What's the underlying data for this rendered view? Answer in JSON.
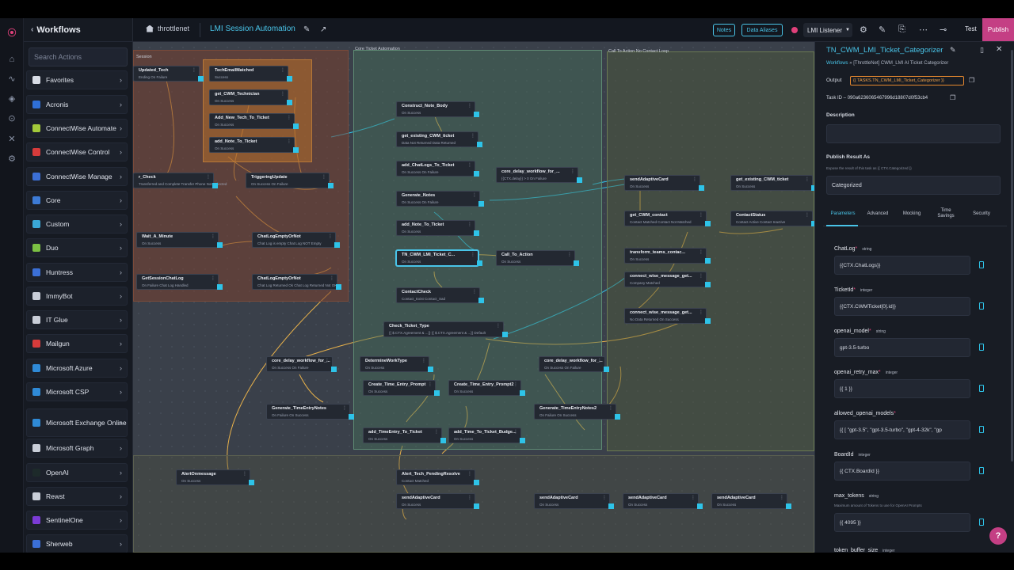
{
  "colors": {
    "accent": "#49c4e8",
    "brand": "#c43f84",
    "port": "#2ec3e8",
    "output": "#f0a24a"
  },
  "sidebar": {
    "back_label": "Workflows",
    "search_placeholder": "Search Actions",
    "items": [
      {
        "label": "Favorites",
        "icon": "star-icon",
        "color": "#d8dce6"
      },
      {
        "label": "Acronis",
        "icon": "acronis-icon",
        "color": "#2f6fd6"
      },
      {
        "label": "ConnectWise Automate",
        "icon": "connectwise-automate-icon",
        "color": "#a3c93a"
      },
      {
        "label": "ConnectWise Control",
        "icon": "connectwise-control-icon",
        "color": "#d63b3b"
      },
      {
        "label": "ConnectWise Manage",
        "icon": "connectwise-manage-icon",
        "color": "#3b6fd6"
      },
      {
        "label": "Core",
        "icon": "core-icon",
        "color": "#3d7bd6"
      },
      {
        "label": "Custom",
        "icon": "custom-icon",
        "color": "#3aa7d6"
      },
      {
        "label": "Duo",
        "icon": "duo-icon",
        "color": "#7bc043"
      },
      {
        "label": "Huntress",
        "icon": "huntress-icon",
        "color": "#3b6fd6"
      },
      {
        "label": "ImmyBot",
        "icon": "immybot-icon",
        "color": "#c9ced8"
      },
      {
        "label": "IT Glue",
        "icon": "itglue-icon",
        "color": "#c9ced8"
      },
      {
        "label": "Mailgun",
        "icon": "mailgun-icon",
        "color": "#d63b3b"
      },
      {
        "label": "Microsoft Azure",
        "icon": "azure-icon",
        "color": "#2f8ad6"
      },
      {
        "label": "Microsoft CSP",
        "icon": "microsoft-csp-icon",
        "color": "#2f8ad6"
      },
      {
        "label": "Microsoft Exchange Online",
        "icon": "exchange-icon",
        "color": "#2f8ad6"
      },
      {
        "label": "Microsoft Graph",
        "icon": "graph-icon",
        "color": "#c9ced8"
      },
      {
        "label": "OpenAI",
        "icon": "openai-icon",
        "color": "#1d2a2a"
      },
      {
        "label": "Rewst",
        "icon": "rewst-icon",
        "color": "#c9ced8"
      },
      {
        "label": "SentinelOne",
        "icon": "sentinelone-icon",
        "color": "#7b3bd6"
      },
      {
        "label": "Sherweb",
        "icon": "sherweb-icon",
        "color": "#3b6fd6"
      }
    ]
  },
  "header": {
    "org": "throttlenet",
    "workflow_title": "LMI Session Automation",
    "notes_label": "Notes",
    "aliases_label": "Data Aliases",
    "trigger_select": "LMI Listener",
    "test_label": "Test",
    "publish_label": "Publish"
  },
  "canvas": {
    "groups": [
      {
        "label": "Session"
      },
      {
        "label": "Core Ticket Automation"
      },
      {
        "label": "Call To Action No Contact Loop"
      }
    ],
    "nodes": [
      {
        "title": "Updated_Tech",
        "sub": "Ending        On Failure"
      },
      {
        "title": "TechEmailMatched",
        "sub": "Success"
      },
      {
        "title": "get_CWM_Technician",
        "sub": "On Success"
      },
      {
        "title": "Add_New_Tech_To_Ticket",
        "sub": "On Success"
      },
      {
        "title": "add_Note_To_Ticket",
        "sub": "On Success"
      },
      {
        "title": "r_Check",
        "sub": "Transferred and Complete   Transfer Phone Not Selected"
      },
      {
        "title": "TriggeringUpdate",
        "sub": "On Success    On Failure"
      },
      {
        "title": "Wait_A_Minute",
        "sub": "On Success"
      },
      {
        "title": "ChatLogEmptyOrNot",
        "sub": "Chat Log is empty   Chat Log NOT Empty"
      },
      {
        "title": "GetSessionChatLog",
        "sub": "On Failure     Chat Log Handled"
      },
      {
        "title": "ChatLogEmptyOrNot",
        "sub": "Chat Log Returned Ok   Chat Log Returned Not OK"
      },
      {
        "title": "Construct_Note_Body",
        "sub": "On Success"
      },
      {
        "title": "get_existing_CWM_ticket",
        "sub": "Data Not Returned   Data Returned"
      },
      {
        "title": "add_ChatLogs_To_Ticket",
        "sub": "On Success    On Failure"
      },
      {
        "title": "core_delay_workflow_for_...",
        "sub": "{{CTX.delay}} > 0    On Failure"
      },
      {
        "title": "Generate_Notes",
        "sub": "On Success    On Failure"
      },
      {
        "title": "add_Note_To_Ticket",
        "sub": "On Success"
      },
      {
        "title": "TN_CWM_LMI_Ticket_C...",
        "sub": "On Success"
      },
      {
        "title": "Call_To_Action",
        "sub": "On Success"
      },
      {
        "title": "ContactCheck",
        "sub": "Contact_Exist    Contact_Sad"
      },
      {
        "title": "Check_Ticket_Type",
        "sub": "{{ $.CTX.Agreement & ...}}   {{ $.CTX.Agreement & ...}}   Default"
      },
      {
        "title": "core_delay_workflow_for_...",
        "sub": "On Success    On Failure"
      },
      {
        "title": "DetermineWorkType",
        "sub": "On Success"
      },
      {
        "title": "core_delay_workflow_for_...",
        "sub": "On Success    On Failure"
      },
      {
        "title": "Create_Time_Entry_Prompt",
        "sub": "On Success"
      },
      {
        "title": "Create_Time_Entry_Prompt2",
        "sub": "On Success"
      },
      {
        "title": "Generate_TimeEntryNotes",
        "sub": "On Failure    On Success"
      },
      {
        "title": "Generate_TimeEntryNotes2",
        "sub": "On Failure    On Success"
      },
      {
        "title": "add_TimeEntry_To_Ticket",
        "sub": "On Success"
      },
      {
        "title": "add_Time_To_Ticket_Budge...",
        "sub": "On Success"
      },
      {
        "title": "sendAdaptiveCard",
        "sub": "On Success"
      },
      {
        "title": "get_existing_CWM_ticket",
        "sub": "On Success"
      },
      {
        "title": "get_CWM_contact",
        "sub": "Contact Matched   Contact Not Matched"
      },
      {
        "title": "ContactStatus",
        "sub": "Contact Active   Contact Inactive"
      },
      {
        "title": "transform_teams_contac...",
        "sub": "On Success"
      },
      {
        "title": "connect_wise_message_get...",
        "sub": "Company Matched"
      },
      {
        "title": "connect_wise_message_get...",
        "sub": "No Data Returned    On Success"
      },
      {
        "title": "AlertOnmessage",
        "sub": "On Success"
      },
      {
        "title": "Alert_Tech_PendingResolve",
        "sub": "Contact Matched"
      },
      {
        "title": "sendAdaptiveCard",
        "sub": "On Success"
      },
      {
        "title": "sendAdaptiveCard",
        "sub": "On Success"
      },
      {
        "title": "sendAdaptiveCard",
        "sub": "On Success"
      },
      {
        "title": "sendAdaptiveCard",
        "sub": "On Success"
      }
    ]
  },
  "panel": {
    "title": "TN_CWM_LMI_Ticket_Categorizer",
    "crumb_link": "Workflows",
    "crumb_rest": " » [ThrottleNet] CWM_LMI AI Ticket Categorizer",
    "output_label": "Output",
    "output_value": "{{ TASKS.TN_CWM_LMI_Ticket_Categorizer }}",
    "task_id_label": "Task ID",
    "task_id_value": "090a6236065467996d18807d0f53cb4",
    "description_label": "Description",
    "publish_as_label": "Publish Result As",
    "publish_as_hint": "Expose the result of this task as  {{ CTX.Categorized }}",
    "publish_as_value": "Categorized",
    "tabs": [
      "Parameters",
      "Advanced",
      "Mocking",
      "Time Savings",
      "Security"
    ],
    "params": [
      {
        "name": "ChatLog",
        "required": "*",
        "type": "string",
        "hint": "",
        "value": "{{CTX.ChatLogs}}"
      },
      {
        "name": "TicketId",
        "required": "*",
        "type": "integer",
        "hint": "",
        "value": "{{CTX.CWMTicket[0].id}}"
      },
      {
        "name": "openai_model",
        "required": "*",
        "type": "string",
        "hint": "",
        "value": "gpt-3.5-turbo"
      },
      {
        "name": "openai_retry_max",
        "required": "*",
        "type": "integer",
        "hint": "",
        "value": "{{ 1 }}"
      },
      {
        "name": "allowed_openai_models",
        "required": "*",
        "type": "",
        "hint": "",
        "value": "{{ [ \"gpt-3.5\", \"gpt-3.5-turbo\", \"gpt-4-32k\", \"gp"
      },
      {
        "name": "BoardId",
        "required": "",
        "type": "integer",
        "hint": "",
        "value": "{{ CTX.BoardId }}"
      },
      {
        "name": "max_tokens",
        "required": "",
        "type": "string",
        "hint": "Maximum amount of Tokens to use for OpenAI Prompts",
        "value": "{{ 4095 }}"
      },
      {
        "name": "token_buffer_size",
        "required": "",
        "type": "integer",
        "hint": "",
        "value": ""
      }
    ]
  }
}
